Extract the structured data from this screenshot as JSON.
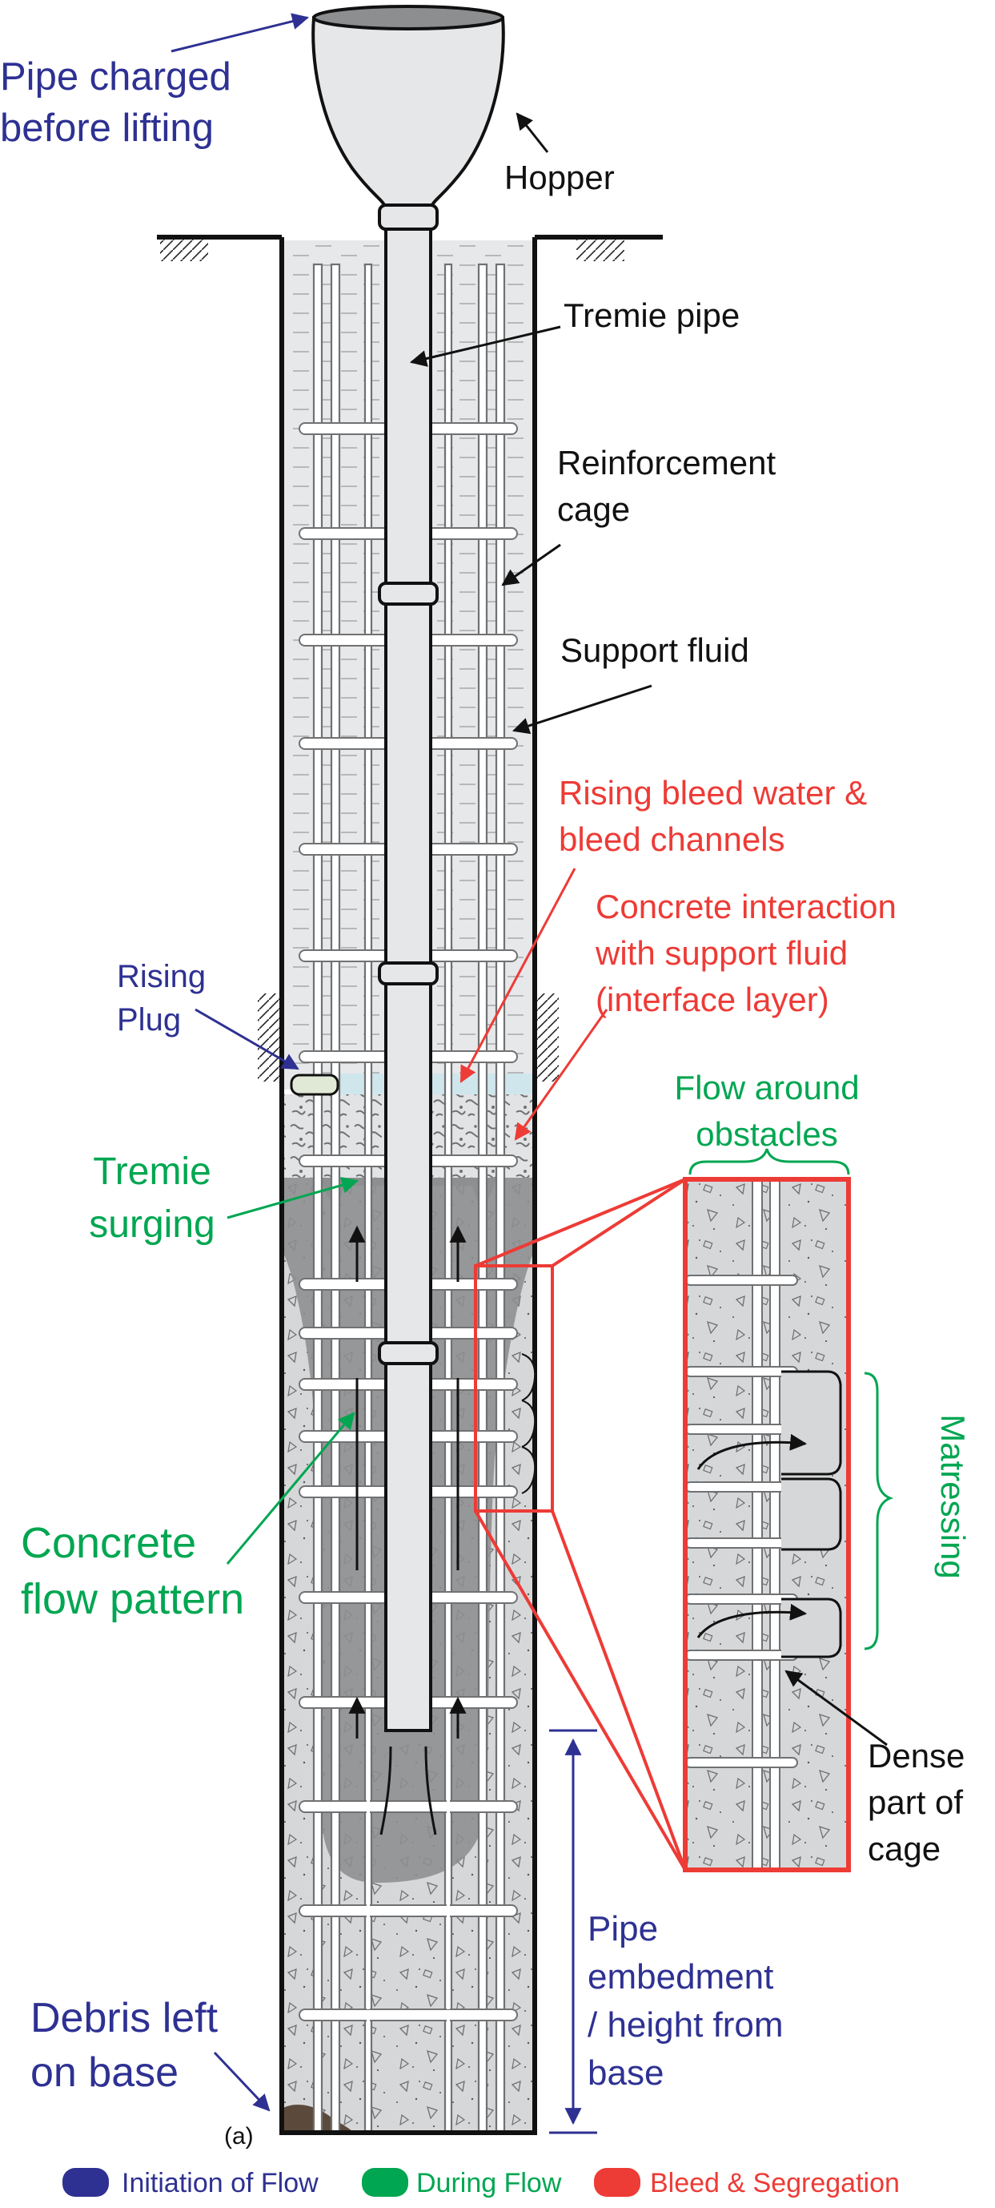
{
  "colors": {
    "initiation": "#2e3192",
    "during": "#00a651",
    "bleed": "#ed3b36",
    "black": "#111111",
    "fluid": "#e7e8ea",
    "concrete": "#d6d7d9",
    "flow": "#8d8e90",
    "bar": "#ffffff",
    "pipe": "#e6e7e8",
    "debris": "#5b4a3c",
    "water": "#cfe6ec"
  },
  "labels": {
    "pipe_charged_1": "Pipe charged",
    "pipe_charged_2": "before lifting",
    "hopper": "Hopper",
    "tremie_pipe": "Tremie pipe",
    "reinforcement_1": "Reinforcement",
    "reinforcement_2": "cage",
    "support_fluid": "Support fluid",
    "rising_bleed_1": "Rising bleed water &",
    "rising_bleed_2": "bleed channels",
    "concrete_interaction_1": "Concrete interaction",
    "concrete_interaction_2": "with support fluid",
    "concrete_interaction_3": "(interface layer)",
    "rising_plug_1": "Rising",
    "rising_plug_2": "Plug",
    "flow_around_1": "Flow around",
    "flow_around_2": "obstacles",
    "tremie_surging_1": "Tremie",
    "tremie_surging_2": "surging",
    "matressing": "Matressing",
    "concrete_flow_1": "Concrete",
    "concrete_flow_2": "flow pattern",
    "dense_cage_1": "Dense",
    "dense_cage_2": "part of",
    "dense_cage_3": "cage",
    "pipe_embed_1": "Pipe",
    "pipe_embed_2": "embedment",
    "pipe_embed_3": "/ height from",
    "pipe_embed_4": "base",
    "debris_1": "Debris left",
    "debris_2": "on base",
    "panel_tag": "(a)"
  },
  "legend": [
    {
      "label": "Initiation of Flow",
      "color": "#2e3192"
    },
    {
      "label": "During Flow",
      "color": "#00a651"
    },
    {
      "label": "Bleed & Segregation",
      "color": "#ed3b36"
    }
  ]
}
